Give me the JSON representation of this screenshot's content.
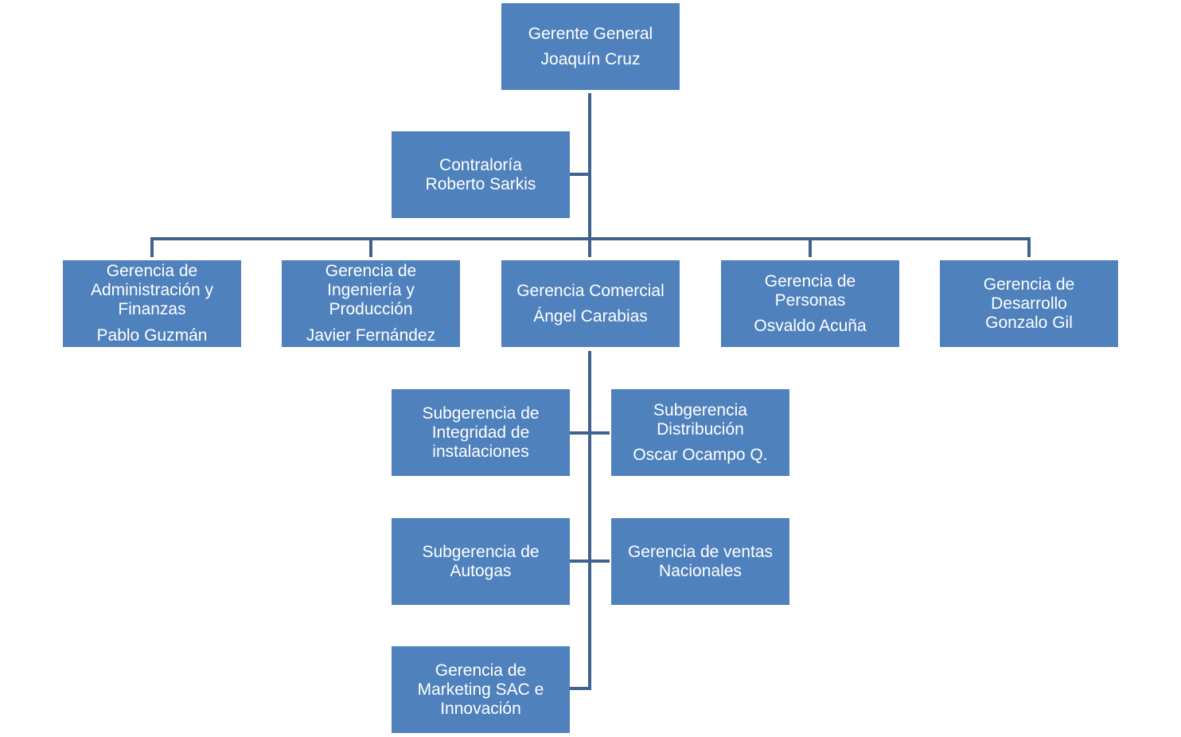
{
  "org_chart": {
    "nodes": {
      "gerente_general": {
        "title": "Gerente General",
        "person": "Joaquín Cruz"
      },
      "contraloria": {
        "title": "Contraloría",
        "person": "Roberto Sarkis"
      },
      "administracion": {
        "title": "Gerencia de\nAdministración y\nFinanzas",
        "person": "Pablo Guzmán"
      },
      "ingenieria": {
        "title": "Gerencia de\nIngeniería y\nProducción",
        "person": "Javier Fernández"
      },
      "comercial": {
        "title": "Gerencia Comercial",
        "person": "Ángel Carabias"
      },
      "personas": {
        "title": "Gerencia de\nPersonas",
        "person": "Osvaldo Acuña"
      },
      "desarrollo": {
        "title": "Gerencia de\nDesarrollo",
        "person": "Gonzalo Gil"
      },
      "integridad": {
        "title": "Subgerencia de\nIntegridad de\ninstalaciones",
        "person": ""
      },
      "distribucion": {
        "title": "Subgerencia\nDistribución",
        "person": "Oscar Ocampo Q."
      },
      "autogas": {
        "title": "Subgerencia de\nAutogas",
        "person": ""
      },
      "ventas": {
        "title": "Gerencia de ventas\nNacionales",
        "person": ""
      },
      "marketing": {
        "title": "Gerencia de\nMarketing SAC e\nInnovación",
        "person": ""
      }
    },
    "colors": {
      "box_fill": "#4f81bd",
      "box_text": "#ffffff",
      "connector": "#3f628f"
    }
  }
}
